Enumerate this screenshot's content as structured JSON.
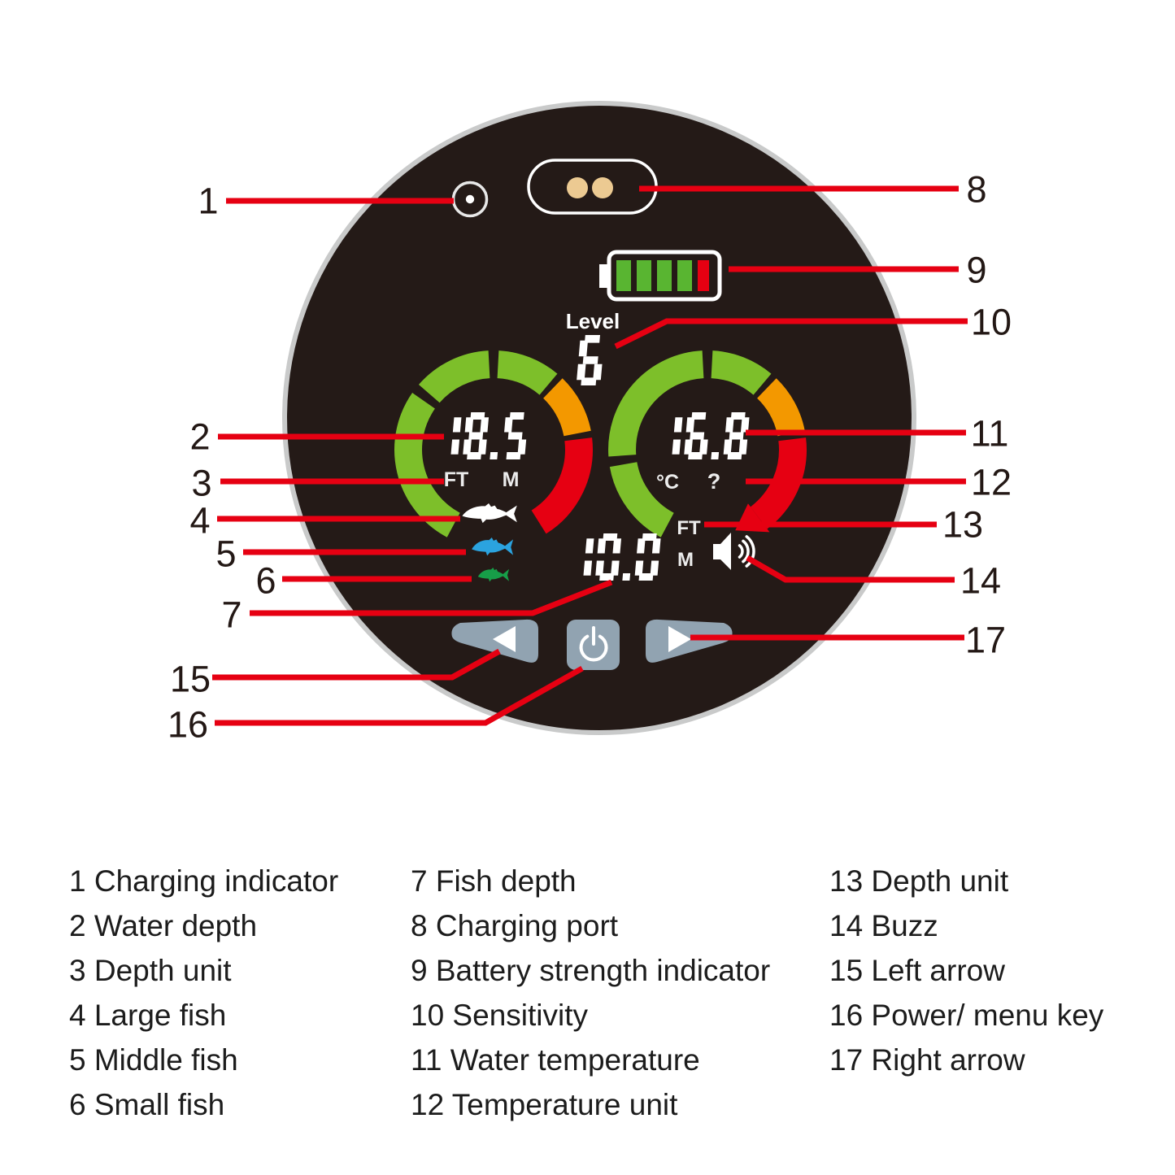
{
  "device": {
    "level_label": "Level",
    "sensitivity_value": "6",
    "water_depth": {
      "value": "18.5",
      "unit_primary": "FT",
      "unit_secondary": "M"
    },
    "water_temperature": {
      "value": "16.8",
      "unit": "°C",
      "question_mark": "?"
    },
    "fish_depth": {
      "value": "10.0",
      "unit_primary": "FT",
      "unit_secondary": "M"
    },
    "battery": {
      "bars_green": 4,
      "bars_red": 1
    },
    "colors": {
      "screen": "#241a17",
      "rim": "#c9caca",
      "arc_green": "#7dbf2a",
      "arc_orange": "#f39800",
      "arc_red": "#e60012",
      "battery_green": "#59b531",
      "battery_red": "#e60012",
      "fish_large": "#ffffff",
      "fish_middle": "#2ba3df",
      "fish_small": "#179e48",
      "button": "#91a3b1",
      "charge_dot": "#ecca92",
      "callout_line": "#e60012",
      "lcd": "#ffffff"
    }
  },
  "callouts": [
    "1",
    "2",
    "3",
    "4",
    "5",
    "6",
    "7",
    "8",
    "9",
    "10",
    "11",
    "12",
    "13",
    "14",
    "15",
    "16",
    "17"
  ],
  "legend": {
    "columns": [
      {
        "items": [
          "1 Charging indicator",
          "2 Water depth",
          "3 Depth unit",
          "4 Large fish",
          "5 Middle fish",
          "6 Small fish"
        ]
      },
      {
        "items": [
          "7 Fish depth",
          "8 Charging port",
          "9 Battery strength indicator",
          "10 Sensitivity",
          "11 Water temperature",
          "12 Temperature unit"
        ]
      },
      {
        "items": [
          "13 Depth unit",
          "14 Buzz",
          "15 Left arrow",
          "16 Power/ menu key",
          "17 Right arrow"
        ]
      }
    ]
  }
}
